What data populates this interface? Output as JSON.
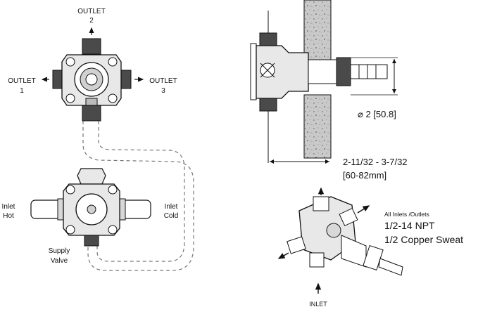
{
  "diagram": {
    "top_valve": {
      "outlet_top": {
        "line1": "OUTLET",
        "line2": "2"
      },
      "outlet_left": {
        "line1": "OUTLET",
        "line2": "1"
      },
      "outlet_right": {
        "line1": "OUTLET",
        "line2": "3"
      }
    },
    "supply_valve": {
      "inlet_hot": {
        "line1": "Inlet",
        "line2": "Hot"
      },
      "inlet_cold": {
        "line1": "Inlet",
        "line2": "Cold"
      },
      "caption": {
        "line1": "Supply",
        "line2": "Valve"
      }
    },
    "side_view": {
      "diameter": "⌀ 2 [50.8]",
      "depth_line1": "2-11/32 - 3-7/32",
      "depth_line2": "[60-82mm]"
    },
    "iso_view": {
      "spec_title": "All Inlets /Outlets",
      "spec_line1": "1/2-14 NPT",
      "spec_line2": "1/2 Copper Sweat",
      "inlet": "INLET"
    }
  }
}
